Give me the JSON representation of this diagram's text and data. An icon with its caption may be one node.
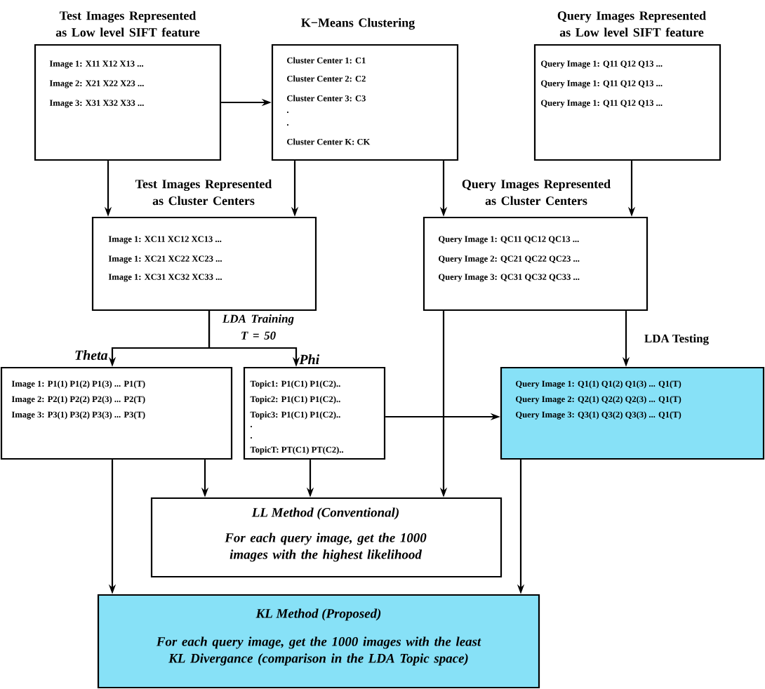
{
  "diagram": {
    "nodes": [
      {
        "text": [
          "Test Images Represented as Low level SIFT feature",
          "Image 1: X11 X12 X13 ...",
          "Image 2: X21 X22 X23 ...",
          "Image 3: X31 X32 X33 ..."
        ]
      },
      {
        "text": [
          "K−Means Clustering",
          "Cluster Center 1: C1",
          "Cluster Center 2: C2",
          "Cluster Center 3: C3",
          ".",
          ".",
          "Cluster Center K: CK"
        ]
      },
      {
        "text": [
          "Query Images Represented as Low level SIFT feature",
          "Query Image 1: Q11 Q12 Q13 ...",
          "Query Image 1: Q11 Q12 Q13 ...",
          "Query Image 1: Q11 Q12 Q13 ..."
        ]
      },
      {
        "text": [
          "Test Images  Represented as Cluster Centers",
          "Image 1: XC11 XC12 XC13 ...",
          "Image 1: XC21 XC22 XC23 ...",
          "Image 1: XC31 XC32 XC33 ..."
        ]
      },
      {
        "text": [
          "Query Images Represented as Cluster Centers",
          "Query Image 1: QC11 QC12 QC13 ...",
          "Query Image 2: QC21 QC22 QC23 ...",
          "Query Image 3: QC31 QC32 QC33 ..."
        ]
      },
      {
        "text": [
          "Theta",
          "Image 1: P1(1) P1(2) P1(3) ... P1(T)",
          "Image 2: P2(1) P2(2) P2(3) ... P2(T)",
          "Image 3: P3(1) P3(2) P3(3) ... P3(T)"
        ]
      },
      {
        "text": [
          "Phi",
          "Topic1: P1(C1) P1(C2)..",
          "Topic2: P1(C1) P1(C2)..",
          "Topic3: P1(C1) P1(C2)..",
          ".",
          ".",
          "TopicT: PT(C1) PT(C2).."
        ]
      },
      {
        "text": [
          "Query Image 1: Q1(1) Q1(2) Q1(3) ... Q1(T)",
          "Query Image 2: Q2(1) Q2(2) Q2(3) ... Q1(T)",
          "Query Image 3: Q3(1) Q3(2) Q3(3) ... Q1(T)"
        ]
      },
      {
        "text": [
          "LL Method  (Conventional)",
          "For each query image, get the 1000 images with the highest likelihood"
        ]
      },
      {
        "text": [
          "KL Method  (Proposed)",
          "For each query image, get the 1000 images with the least KL Divergance (comparison in the LDA Topic space)"
        ]
      }
    ],
    "edges": [
      {
        "from": 0,
        "to": 1,
        "arrow": "to"
      },
      {
        "from": 0,
        "to": 3,
        "arrow": "to"
      },
      {
        "from": 1,
        "to": 3,
        "arrow": "to"
      },
      {
        "from": 1,
        "to": 4,
        "arrow": "to"
      },
      {
        "from": 2,
        "to": 4,
        "arrow": "to"
      },
      {
        "from": 3,
        "to": 5,
        "arrow": "to",
        "label": "LDA Training T = 50"
      },
      {
        "from": 3,
        "to": 6,
        "arrow": "to"
      },
      {
        "from": 4,
        "to": 7,
        "arrow": "to",
        "label": "LDA Testing"
      },
      {
        "from": 6,
        "to": 7,
        "arrow": "to"
      },
      {
        "from": 5,
        "to": 8,
        "arrow": "to"
      },
      {
        "from": 6,
        "to": 8,
        "arrow": "to"
      },
      {
        "from": 4,
        "to": 8,
        "arrow": "to"
      },
      {
        "from": 5,
        "to": 9,
        "arrow": "to"
      },
      {
        "from": 7,
        "to": 9,
        "arrow": "to"
      }
    ]
  }
}
